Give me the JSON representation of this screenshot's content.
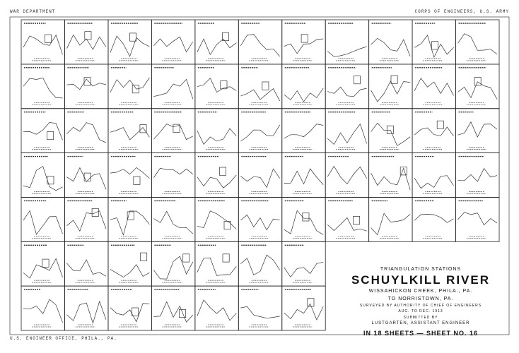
{
  "header": {
    "left": "WAR DEPARTMENT",
    "right": "CORPS OF ENGINEERS, U.S. ARMY"
  },
  "footer": {
    "left": "U.S. ENGINEER OFFICE, PHILA., PA."
  },
  "title_block": {
    "superscript": "TRIANGULATION STATIONS",
    "river": "SCHUYLKILL RIVER",
    "reach_1": "WISSAHICKON CREEK, PHILA., PA.",
    "reach_2": "TO NORRISTOWN, PA.",
    "survey_1": "SURVEYED BY AUTHORITY OF CHIEF OF ENGINEERS",
    "survey_2": "AUG. TO DEC. 1913",
    "submitted": "SUBMITTED BY",
    "engineer": "LUSTGARTEN, ASSISTANT ENGINEER",
    "sheets": "IN 18 SHEETS — SHEET NO. 16"
  }
}
